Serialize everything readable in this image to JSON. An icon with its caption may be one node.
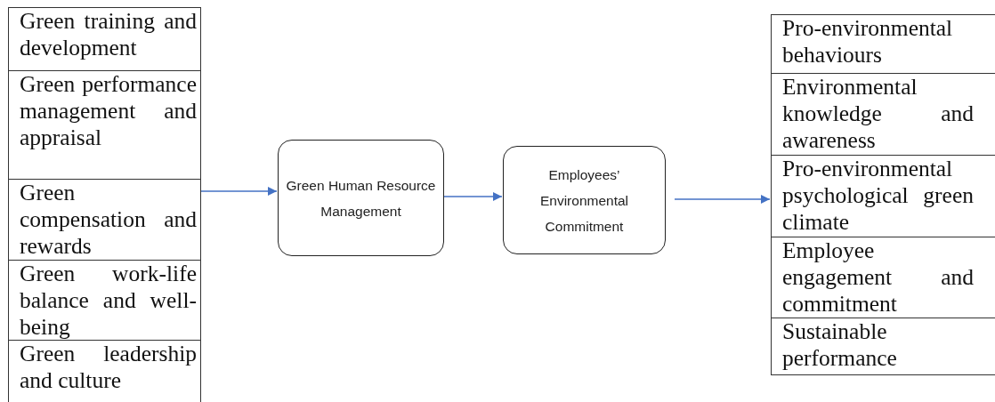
{
  "diagram": {
    "nodes": [
      {
        "text": [],
        "shape": "box"
      },
      {
        "text": [
          "Green training and development"
        ],
        "in": 0
      },
      {
        "text": [
          "Green performance management and appraisal"
        ],
        "in": 0
      },
      {
        "text": [
          "Green compensation and rewards"
        ],
        "in": 0
      },
      {
        "text": [
          "Green work-life balance and well-being"
        ],
        "in": 0
      },
      {
        "text": [
          "Green leadership and culture"
        ],
        "in": 0
      },
      {
        "text": [
          "Green Human Resource Management"
        ]
      },
      {
        "text": [
          "Employees’ Environmental Commitment"
        ]
      },
      {
        "text": [],
        "shape": "box"
      },
      {
        "text": [
          "Pro-environmental behaviours"
        ],
        "in": 8
      },
      {
        "text": [
          "Environmental knowledge and awareness"
        ],
        "in": 8
      },
      {
        "text": [
          "Pro-environmental psychological green climate"
        ],
        "in": 8
      },
      {
        "text": [
          "Employee engagement and commitment"
        ],
        "in": 8
      },
      {
        "text": [
          "Sustainable performance"
        ],
        "in": 8
      }
    ],
    "edges": [
      {
        "from": 0,
        "to": 6,
        "arrow": "to"
      },
      {
        "from": 6,
        "to": 7,
        "arrow": "to"
      },
      {
        "from": 7,
        "to": 8,
        "arrow": "to"
      }
    ]
  }
}
